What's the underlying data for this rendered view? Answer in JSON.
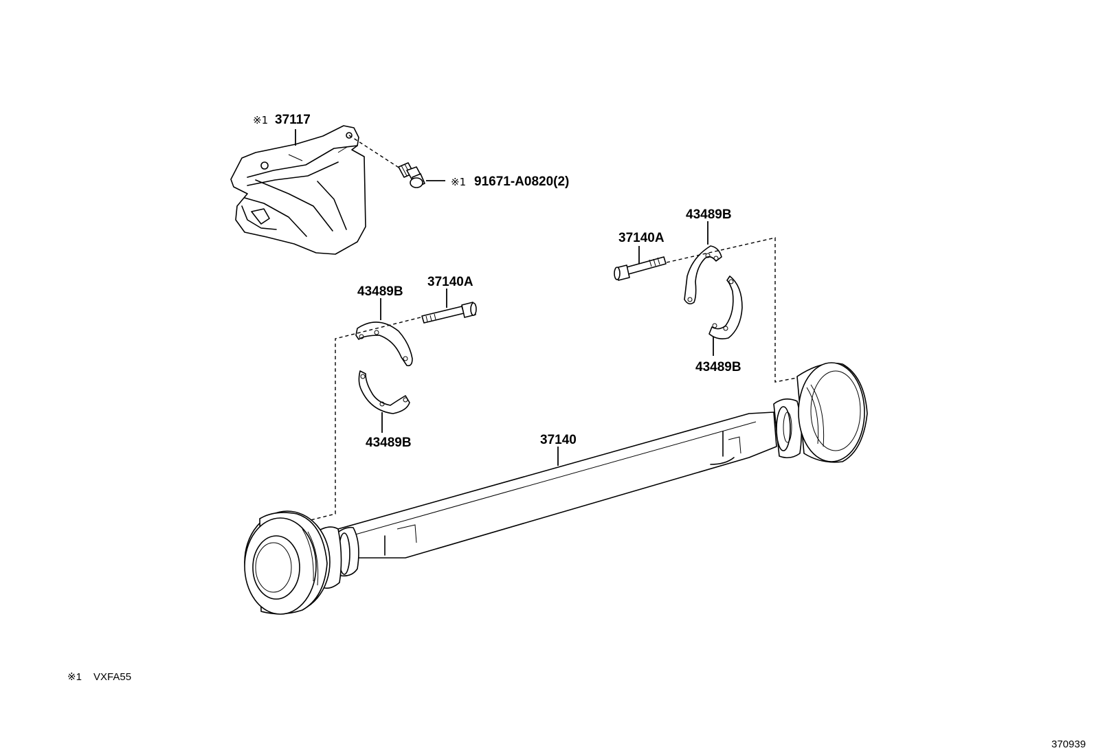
{
  "labels": {
    "bracket": "37117",
    "bracket_marker": "※1",
    "bolt": "91671-A0820(2)",
    "bolt_marker": "※1",
    "shaft": "37140",
    "bolt_left": "37140A",
    "bolt_right": "37140A",
    "plate_left_upper": "43489B",
    "plate_left_lower": "43489B",
    "plate_right_upper": "43489B",
    "plate_right_lower": "43489B"
  },
  "footnote": {
    "marker": "※1",
    "text": "VXFA55"
  },
  "diagram_code": "370939"
}
